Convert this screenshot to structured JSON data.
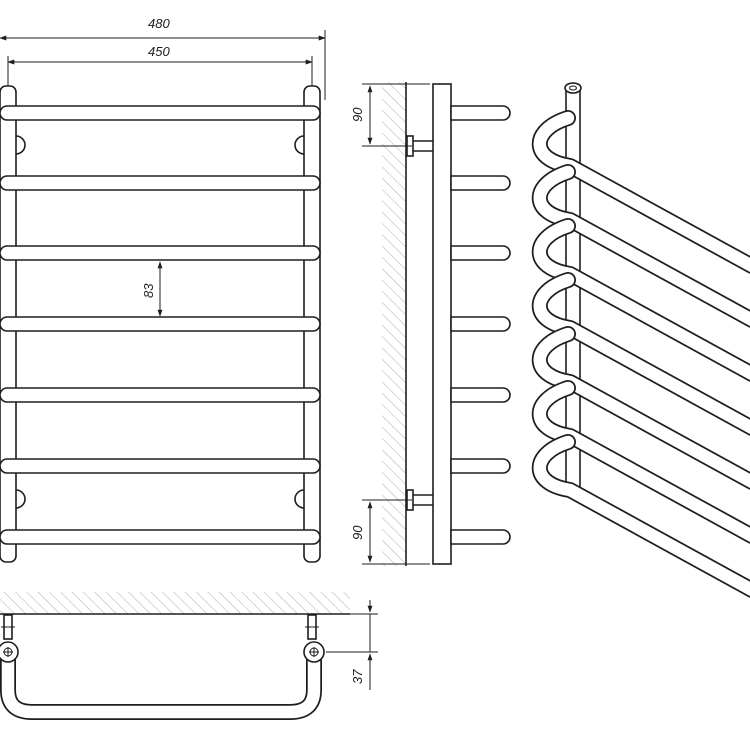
{
  "dimensions": {
    "overall_width": "480",
    "center_distance": "450",
    "bar_spacing": "83",
    "top_offset": "90",
    "bottom_offset": "90",
    "wall_offset": "37"
  },
  "colors": {
    "line": "#1e1e1e",
    "background": "#ffffff",
    "wall_hatch": "#9a9a9a"
  }
}
